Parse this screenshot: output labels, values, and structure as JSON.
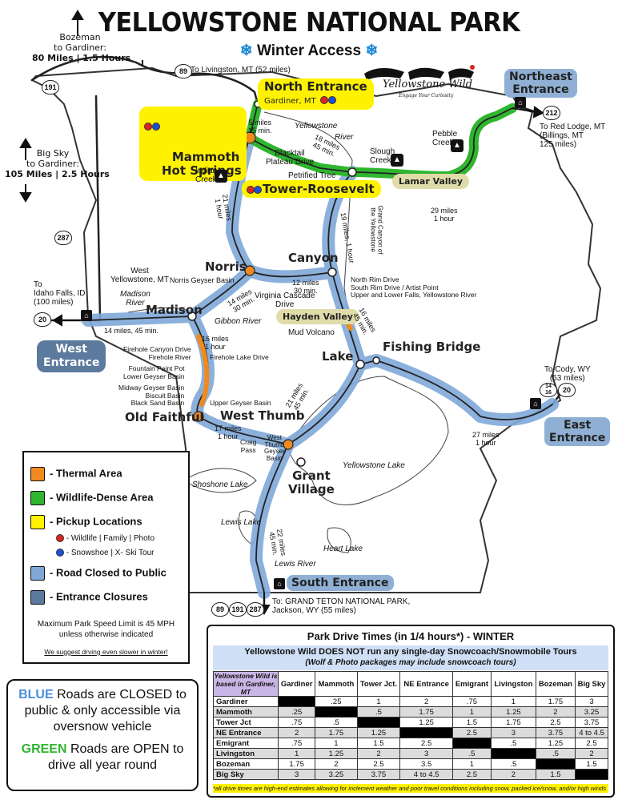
{
  "title": "YELLOWSTONE NATIONAL PARK",
  "subtitle": "Winter Access",
  "logo": {
    "brand": "Yellowstone Wild",
    "tagline": "Engage Your Curiosity"
  },
  "colors": {
    "closed_road": "#7fa8d8",
    "open_road": "#2fb52f",
    "thermal": "#f08a20",
    "pickup": "#fff200",
    "entrance_closure": "#5b7a9e"
  },
  "external": {
    "bozeman": "Bozeman\nto Gardiner:\n80 Miles | 1.5 Hours",
    "big_sky": "Big Sky\nto Gardiner:\n105 Miles | 2.5 Hours",
    "livingston": "To Livingston, MT (52 miles)",
    "red_lodge": "To Red Lodge, MT\n(Billings, MT\n125 miles)",
    "idaho_falls": "To\nIdaho Falls, ID\n(100 miles)",
    "cody": "To Cody, WY\n(53 miles)",
    "teton": "To: GRAND TETON NATIONAL PARK,\nJackson, WY (55 miles)"
  },
  "entrances": {
    "north": "North Entrance",
    "north_sub": "Gardiner, MT",
    "northeast": "Northeast\nEntrance",
    "west": "West\nEntrance",
    "east": "East\nEntrance",
    "south": "South Entrance"
  },
  "places": {
    "mammoth": "Mammoth\nHot Springs",
    "tower": "Tower-Roosevelt",
    "norris": "Norris",
    "canyon": "Canyon",
    "madison": "Madison",
    "west_yellowstone": "West\nYellowstone, MT",
    "lake": "Lake",
    "fishing_bridge": "Fishing Bridge",
    "old_faithful": "Old Faithful",
    "west_thumb": "West Thumb",
    "grant": "Grant\nVillage",
    "lamar": "Lamar Valley",
    "hayden": "Hayden Valley"
  },
  "minor_labels": {
    "yellowstone_river": "Yellowstone",
    "river": "River",
    "blacktail": "Blacktail\nPlateau Drive",
    "petrified": "Petrified Tree",
    "slough": "Slough\nCreek",
    "pebble": "Pebble\nCreek",
    "indian": "Indian\nCreek",
    "grand_canyon": "Grand Canyon of\nthe Yellowstone",
    "norris_basin": "Norris Geyser Basin",
    "virginia": "Virginia Cascade\nDrive",
    "north_rim": "North Rim Drive\nSouth Rim Drive / Artist Point\nUpper and Lower Falls, Yellowstone River",
    "madison_river": "Madison\nRiver",
    "gibbon": "Gibbon River",
    "mud_volcano": "Mud Volcano",
    "firehole_canyon": "Firehole Canyon Drive\nFirehole River",
    "firehole_lake": "Firehole Lake Drive",
    "fountain": "Fountain Paint Pot\nLower Geyser Basin",
    "midway": "Midway Geyser Basin\nBiscuit Basin\nBlack Sand Basin",
    "upper_geyser": "Upper Geyser Basin",
    "craig": "Craig\nPass",
    "west_thumb_basin": "West\nThumb\nGeyser\nBasin",
    "yellowstone_lake": "Yellowstone Lake",
    "shoshone": "Shoshone Lake",
    "lewis_lake": "Lewis Lake",
    "heart_lake": "Heart Lake",
    "lewis_river": "Lewis River"
  },
  "distances": {
    "gardiner_mammoth": "5 miles\n15 min.",
    "mammoth_tower": "18 miles\n45 min.",
    "tower_northeast": "29 miles\n1 hour",
    "mammoth_norris": "21 miles\n1 hour",
    "tower_canyon": "19 miles, 1 hour",
    "norris_canyon": "12 miles\n30 min.",
    "norris_madison": "14 miles\n30 min.",
    "madison_west": "14 miles, 45 min.",
    "madison_of": "16 miles\n1 hour",
    "canyon_lake": "16 miles\n45 min.",
    "of_westthumb": "17 miles\n1 hour",
    "lake_westthumb": "21 miles\n45 min.",
    "fb_east": "27 miles\n1 hour",
    "south": "22 miles\n45 min."
  },
  "shields": [
    "191",
    "89",
    "212",
    "287",
    "20",
    "14\n16",
    "20",
    "89",
    "191",
    "287"
  ],
  "legend": {
    "items": [
      "- Thermal Area",
      "- Wildlife-Dense Area",
      "- Pickup Locations",
      "- Road Closed to Public",
      "- Entrance Closures"
    ],
    "dot_red": "- Wildlife | Family | Photo",
    "dot_blue": "- Snowshoe | X- Ski Tour",
    "speed": "Maximum Park Speed Limit is 45 MPH\nunless otherwise indicated",
    "suggest": "We suggest drving even slower in winter!"
  },
  "note": {
    "blue_word": "BLUE",
    "blue_text": " Roads are CLOSED to public & only accessible via oversnow vehicle",
    "green_word": "GREEN",
    "green_text": " Roads are OPEN to drive all year round"
  },
  "drive_times": {
    "title": "Park Drive Times (in 1/4 hours*) - WINTER",
    "banner1": "Yellowstone Wild DOES NOT run any single-day Snowcoach/Snowmobile Tours",
    "banner2": "(Wolf & Photo packages may include snowcoach tours)",
    "corner": "Yellowstone Wild is based in Gardiner, MT",
    "columns": [
      "Gardiner",
      "Mammoth",
      "Tower Jct.",
      "NE Entrance",
      "Emigrant",
      "Livingston",
      "Bozeman",
      "Big Sky"
    ],
    "rows": [
      {
        "name": "Gardiner",
        "cells": [
          "",
          ".25",
          "1",
          "2",
          ".75",
          "1",
          "1.75",
          "3"
        ]
      },
      {
        "name": "Mammoth",
        "cells": [
          ".25",
          "",
          ".5",
          "1.75",
          "1",
          "1.25",
          "2",
          "3.25"
        ]
      },
      {
        "name": "Tower Jct",
        "cells": [
          ".75",
          ".5",
          "",
          "1.25",
          "1.5",
          "1.75",
          "2.5",
          "3.75"
        ]
      },
      {
        "name": "NE Entrance",
        "cells": [
          "2",
          "1.75",
          "1.25",
          "",
          "2.5",
          "3",
          "3.75",
          "4 to 4.5"
        ]
      },
      {
        "name": "Emigrant",
        "cells": [
          ".75",
          "1",
          "1.5",
          "2.5",
          "",
          ".5",
          "1.25",
          "2.5"
        ]
      },
      {
        "name": "Livingston",
        "cells": [
          "1",
          "1.25",
          "2",
          "3",
          ".5",
          "",
          ".5",
          "2"
        ]
      },
      {
        "name": "Bozeman",
        "cells": [
          "1.75",
          "2",
          "2.5",
          "3.5",
          "1",
          ".5",
          "",
          "1.5"
        ]
      },
      {
        "name": "Big Sky",
        "cells": [
          "3",
          "3.25",
          "3.75",
          "4 to 4.5",
          "2.5",
          "2",
          "1.5",
          ""
        ]
      }
    ],
    "footnote": "*all drive times are high-end estimates allowing for inclement weather and poor travel conditions including snow, packed ice/snow, and/or high winds"
  }
}
